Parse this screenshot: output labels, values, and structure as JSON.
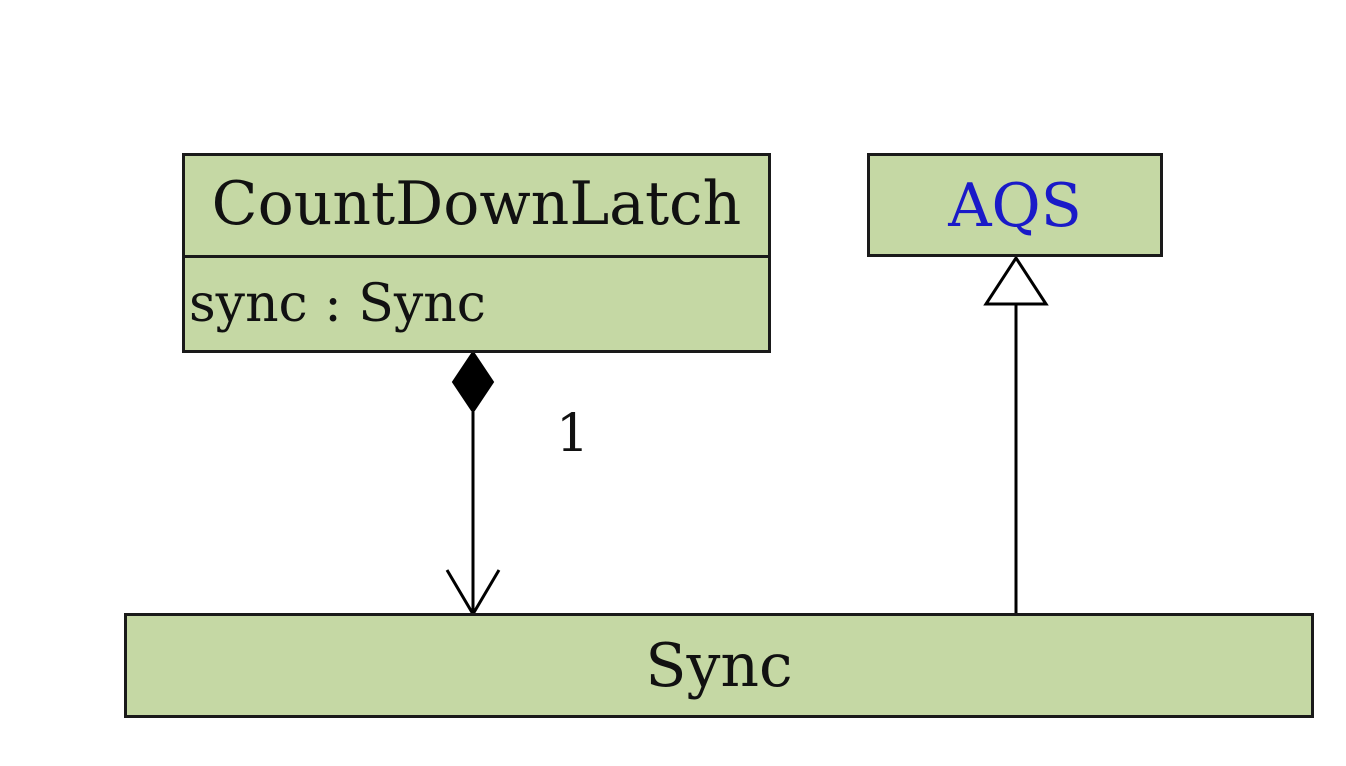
{
  "diagram": {
    "type": "uml-class-diagram",
    "fill_color": "#c5d8a4",
    "classes": {
      "countdownlatch": {
        "name": "CountDownLatch",
        "attribute": "sync : Sync"
      },
      "aqs": {
        "name": "AQS",
        "name_color": "#1a1ac8"
      },
      "sync": {
        "name": "Sync"
      }
    },
    "relations": {
      "composition": {
        "from": "CountDownLatch",
        "to": "Sync",
        "kind": "composition",
        "multiplicity": "1"
      },
      "generalization": {
        "from": "Sync",
        "to": "AQS",
        "kind": "inheritance"
      }
    }
  }
}
